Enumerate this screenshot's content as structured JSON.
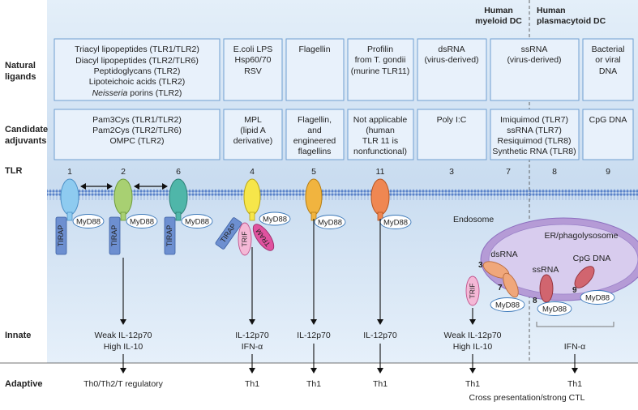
{
  "row_labels": {
    "natural": [
      "Natural",
      "ligands"
    ],
    "candidate": [
      "Candidate",
      "adjuvants"
    ],
    "tlr": "TLR",
    "innate": "Innate",
    "adaptive": "Adaptive"
  },
  "headers": {
    "myeloid": [
      "Human",
      "myeloid DC"
    ],
    "plasmacytoid": [
      "Human",
      "plasmacytoid DC"
    ]
  },
  "ligands": [
    [
      "Triacyl lipopeptides (TLR1/TLR2)",
      "Diacyl lipopeptides (TLR2/TLR6)",
      "Peptidoglycans (TLR2)",
      "Lipoteichoic acids (TLR2)",
      "Neisseria porins (TLR2)"
    ],
    [
      "E.coli LPS",
      "Hsp60/70",
      "RSV"
    ],
    [
      "Flagellin"
    ],
    [
      "Profilin",
      "from T. gondii",
      "(murine TLR11)"
    ],
    [
      "dsRNA",
      "(virus-derived)"
    ],
    [
      "ssRNA",
      "(virus-derived)"
    ],
    [
      "Bacterial",
      "or viral",
      "DNA"
    ]
  ],
  "adjuvants": [
    [
      "Pam3Cys (TLR1/TLR2)",
      "Pam2Cys (TLR2/TLR6)",
      "OMPC (TLR2)"
    ],
    [
      "MPL",
      "(lipid A",
      "derivative)"
    ],
    [
      "Flagellin,",
      "and",
      "engineered",
      "flagellins"
    ],
    [
      "Not applicable",
      "(human",
      "TLR 11 is",
      "nonfunctional)"
    ],
    [
      "Poly I:C"
    ],
    [
      "Imiquimod (TLR7)",
      "ssRNA (TLR7)",
      "Resiquimod (TLR8)",
      "Synthetic RNA (TLR8)"
    ],
    [
      "CpG DNA"
    ]
  ],
  "tlr_numbers": [
    "1",
    "2",
    "6",
    "4",
    "5",
    "11",
    "3",
    "7",
    "8",
    "9"
  ],
  "adaptors": {
    "tirap": "TIRAP",
    "myd88": "MyD88",
    "trif": "TRIF",
    "tram": "TRAM"
  },
  "compartments": {
    "endosome": "Endosome",
    "er": "ER/phagolysosome"
  },
  "endosome_labels": {
    "dsrna": "dsRNA",
    "ssrna": "ssRNA",
    "cpg": "CpG DNA",
    "n3": "3",
    "n7": "7",
    "n8": "8",
    "n9": "9"
  },
  "innate": {
    "g1": [
      "Weak IL-12p70",
      "High IL-10"
    ],
    "g4": [
      "IL-12p70",
      "IFN-α"
    ],
    "g5": [
      "IL-12p70"
    ],
    "g11": [
      "IL-12p70"
    ],
    "g3": [
      "Weak IL-12p70",
      "High IL-10"
    ],
    "g89": [
      "IFN-α"
    ]
  },
  "adaptive": {
    "g1": "Th0/Th2/T regulatory",
    "g4": "Th1",
    "g5": "Th1",
    "g11": "Th1",
    "g3": "Th1",
    "g89": "Th1",
    "note": "Cross presentation/strong CTL"
  },
  "colors": {
    "panel": "#d6e6f5",
    "box_fill": "#e8f1fb",
    "box_stroke": "#6f9fd1",
    "tlr1": "#8ecbf0",
    "tlr2": "#a8d072",
    "tlr6": "#4fb6a9",
    "tlr4": "#f6e64a",
    "tlr5": "#f1b43f",
    "tlr11": "#ef8752",
    "tlr_endo": "#f0a77b",
    "tlr_er": "#d1656f",
    "tirap": "#6d8fd0",
    "trif": "#f4b8d6",
    "tram": "#e0529f",
    "endosome": "#b59bd6"
  }
}
